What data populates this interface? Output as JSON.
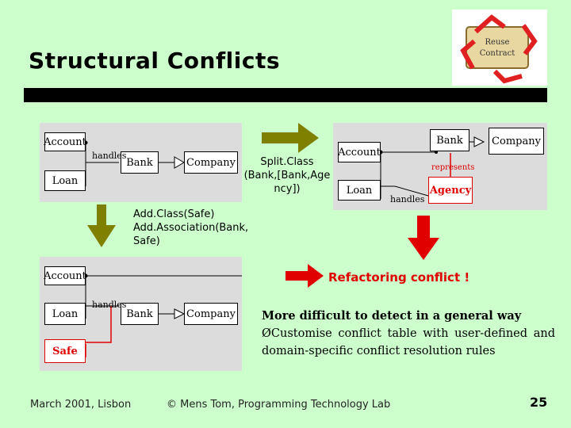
{
  "slide": {
    "title": "Structural Conflicts",
    "logo": {
      "line1": "Reuse",
      "line2": "Contract"
    }
  },
  "top_left_diagram": {
    "classes": [
      "Account",
      "Loan",
      "Bank",
      "Company"
    ],
    "edge_label": "handles"
  },
  "split_operation": "Split.Class (Bank,[Bank,Age ncy])",
  "split_lines": [
    "Split.Class",
    "(Bank,[Bank,Age",
    "ncy])"
  ],
  "top_right_diagram": {
    "classes": [
      "Account",
      "Loan",
      "Bank",
      "Company",
      "Agency"
    ],
    "edge_labels": [
      "handles",
      "represents"
    ]
  },
  "add_operations_lines": [
    "Add.Class(Safe)",
    "Add.Association(Bank,",
    "Safe)"
  ],
  "bottom_left_diagram": {
    "classes": [
      "Account",
      "Loan",
      "Safe",
      "Bank",
      "Company"
    ],
    "edge_label": "handles"
  },
  "conflict_label": "Refactoring conflict !",
  "body_text": {
    "heading": "More difficult to detect in a general way",
    "bullet": "Customise conflict table with user-defined and domain-specific conflict resolution rules",
    "bullet_symbol": "Ø"
  },
  "footer": {
    "left": "March 2001, Lisbon",
    "center": "© Mens Tom, Programming Technology Lab",
    "page_number": "25"
  },
  "colors": {
    "background": "#ccffcc",
    "red": "#e00000",
    "olive": "#808000",
    "panel": "#dcdcdc"
  }
}
